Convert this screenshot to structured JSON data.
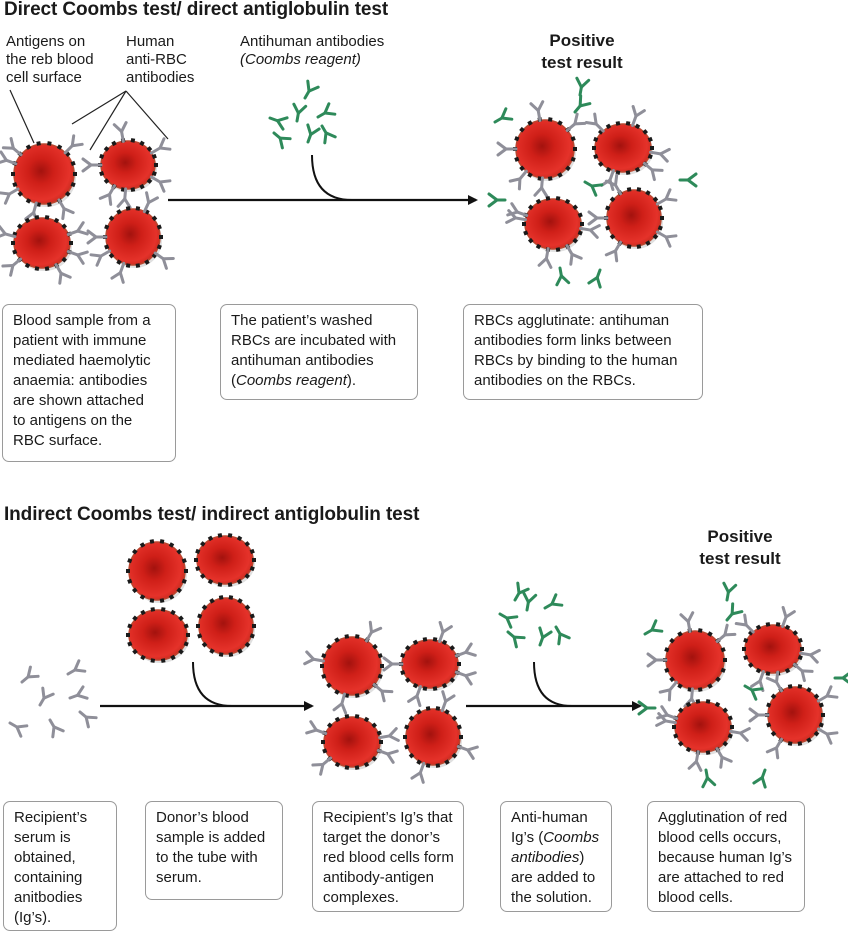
{
  "direct": {
    "title": "Direct Coombs test/ direct antiglobulin test",
    "labels": {
      "antigens": [
        "Antigens on",
        "the reb blood",
        "cell surface"
      ],
      "human_antibodies": [
        "Human",
        "anti-RBC",
        "antibodies"
      ],
      "antihuman": "Antihuman antibodies",
      "coombs_reagent": "(Coombs reagent)",
      "positive": [
        "Positive",
        "test result"
      ]
    },
    "boxes": [
      {
        "lines": [
          "Blood sample from a",
          "patient with immune",
          "mediated haemolytic",
          "anaemia: antibodies",
          "are shown attached",
          "to antigens on the",
          "RBC surface."
        ]
      },
      {
        "lines": [
          "The patient’s washed",
          "RBCs are incubated with",
          "antihuman antibodies"
        ],
        "last_prefix": "(",
        "last_italic": "Coombs reagent",
        "last_suffix": ")."
      },
      {
        "lines": [
          "RBCs agglutinate: antihuman",
          "antibodies form links between",
          "RBCs by binding to the human",
          "antibodies on the RBCs."
        ]
      }
    ]
  },
  "indirect": {
    "title": "Indirect Coombs test/ indirect antiglobulin test",
    "labels": {
      "positive": [
        "Positive",
        "test result"
      ]
    },
    "boxes": [
      {
        "lines": [
          "Recipient’s",
          "serum is",
          "obtained,",
          "containing",
          "anitbodies",
          "(Ig’s)."
        ]
      },
      {
        "lines": [
          "Donor’s blood",
          "sample is added",
          "to the tube with",
          "serum."
        ]
      },
      {
        "lines": [
          "Recipient’s Ig’s that",
          "target the donor’s",
          "red blood cells form",
          "antibody-antigen",
          "complexes."
        ]
      },
      {
        "line1": "Anti-human",
        "line2_prefix": "Ig’s (",
        "line2_italic": "Coombs",
        "line3_italic": "antibodies",
        "line3_suffix": ")",
        "line4": "are added to",
        "line5": "the solution."
      },
      {
        "lines": [
          "Agglutination of red",
          "blood cells occurs,",
          "because human Ig’s",
          "are attached to red",
          "blood cells."
        ]
      }
    ]
  },
  "colors": {
    "rbc": "#d8231c",
    "rbc_dark": "#a3120e",
    "rbc_rim": "#b8462f",
    "antigen": "#1a1a1a",
    "human_antibody": "#8f8f99",
    "coombs_antibody": "#2e8a5a",
    "arrow": "#111111",
    "box_border": "#9a9a9a"
  }
}
